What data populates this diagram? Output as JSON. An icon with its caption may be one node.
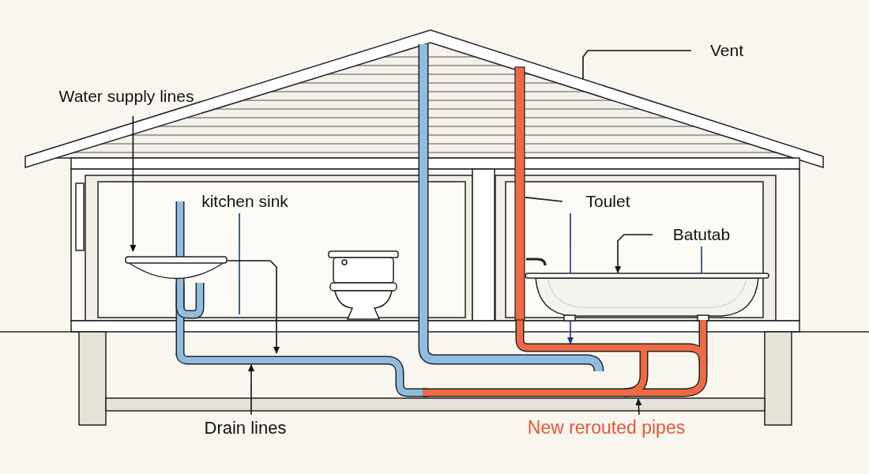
{
  "diagram": {
    "nodes": [
      {
        "text": [
          "Water supply lines"
        ]
      },
      {
        "text": [
          "kitchen sink"
        ]
      },
      {
        "text": [
          "Vent"
        ]
      },
      {
        "text": [
          "Toulet"
        ]
      },
      {
        "text": [
          "Batutab"
        ]
      },
      {
        "text": [
          "Drain lines"
        ]
      },
      {
        "text": [
          "New rerouted pipes"
        ]
      },
      {
        "text": [],
        "shape": "picture"
      },
      {
        "text": [],
        "shape": "picture"
      },
      {
        "text": [],
        "shape": "picture"
      },
      {
        "text": [],
        "shape": "bar"
      },
      {
        "text": [],
        "shape": "bar"
      },
      {
        "text": [],
        "shape": "bar"
      }
    ],
    "edges": [
      {
        "from": 0,
        "to": 7,
        "arrow": "to"
      },
      {
        "from": 1,
        "to": null,
        "arrow": "none",
        "color": "#1e3a6e"
      },
      {
        "from": 2,
        "to": null,
        "arrow": "none"
      },
      {
        "from": 3,
        "to": 12,
        "arrow": "none"
      },
      {
        "from": 3,
        "to": 9,
        "arrow": "none",
        "color": "#1e3a6e"
      },
      {
        "from": 4,
        "to": 9,
        "arrow": "to"
      },
      {
        "from": 4,
        "to": 9,
        "arrow": "none",
        "color": "#1e3a6e"
      },
      {
        "from": 5,
        "to": 10,
        "arrow": "to"
      },
      {
        "from": 6,
        "to": 11,
        "arrow": "to"
      },
      {
        "from": 7,
        "to": 10,
        "arrow": "to"
      },
      {
        "from": 9,
        "to": 11,
        "arrow": "to",
        "color": "#1e3a6e"
      }
    ]
  }
}
